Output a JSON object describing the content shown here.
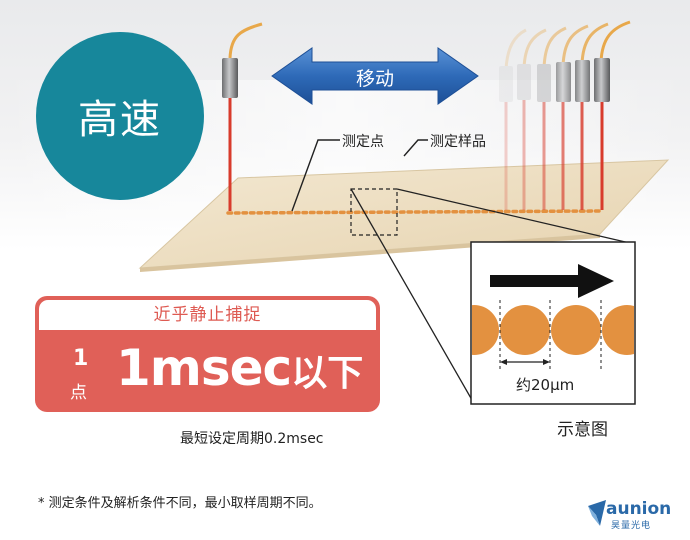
{
  "speed_badge": {
    "label": "高速"
  },
  "motion": {
    "label": "移动"
  },
  "callouts": {
    "measure_point": "测定点",
    "sample": "测定样品"
  },
  "spec": {
    "header": "近乎静止捕捉",
    "per_count": "1",
    "per_unit": "点",
    "value": "1msec",
    "value_suffix": "以下"
  },
  "min_period_note": "最短设定周期0.2msec",
  "diagram": {
    "dimension_label": "约20μm",
    "caption": "示意图"
  },
  "footnote": "* 测定条件及解析条件不同，最小取样周期不同。",
  "brand": {
    "name": "aunion",
    "sub": "昊量光电",
    "color": "#2a69a8"
  },
  "colors": {
    "badge": "#17879b",
    "spec_red": "#e06058",
    "motion_arrow": "#2e6ab8",
    "laser_orange": "#e39140",
    "fiber_orange": "#e8a84a",
    "beam_red": "#d83b2c",
    "sample_beige": "#efe1c6"
  },
  "icons": {
    "motion": "double-arrow-icon",
    "direction": "right-arrow-icon",
    "sensor": "probe-icon",
    "logo": "paper-plane-icon"
  }
}
